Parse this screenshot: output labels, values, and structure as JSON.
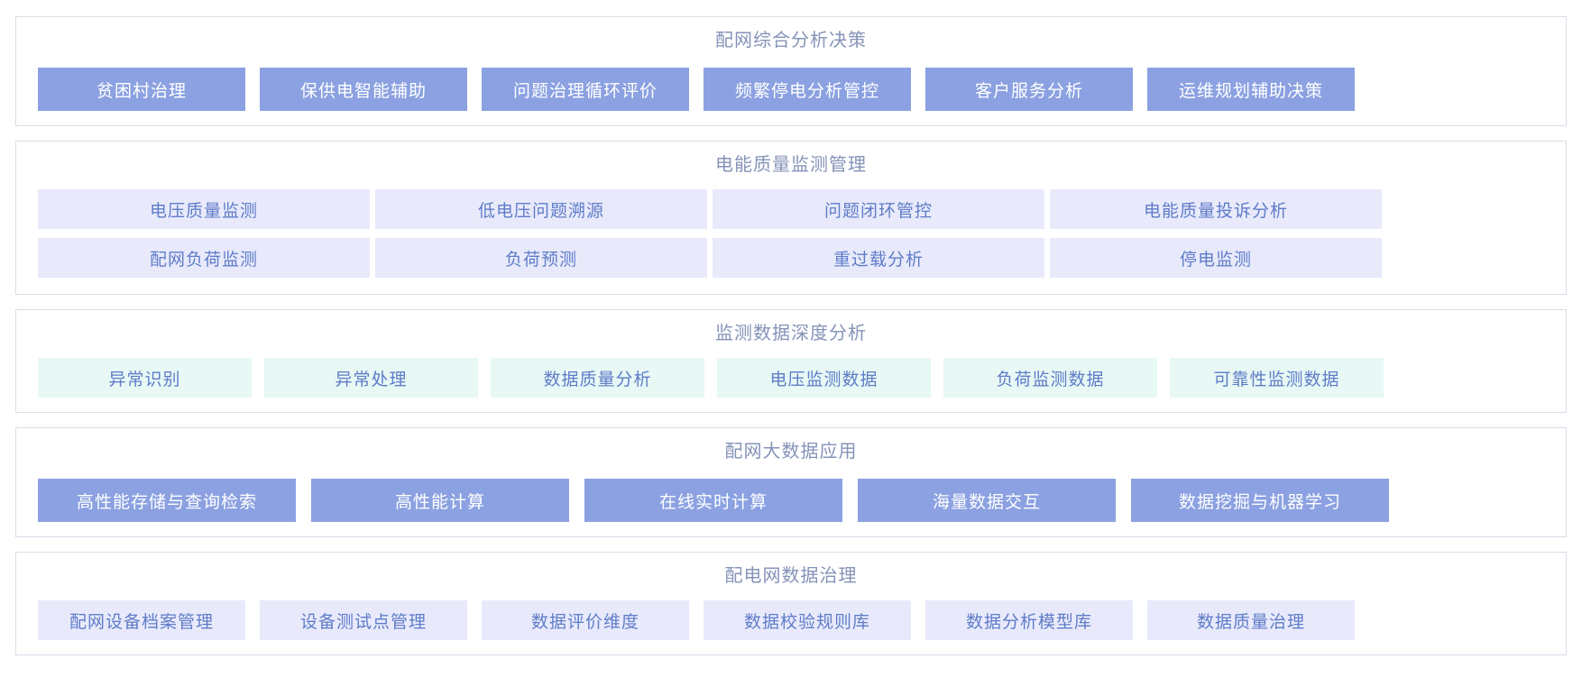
{
  "colors": {
    "page_bg": "#ffffff",
    "panel_border": "#d9dde8",
    "title_color": "#8593b8",
    "solid_tile_bg": "#8ba1e1",
    "solid_tile_text": "#ffffff",
    "lavender_tile_bg": "#e8eafb",
    "mint_tile_bg": "#e7f8f5",
    "light_tile_text": "#5f7cc8"
  },
  "sections": [
    {
      "id": "comprehensive-analysis",
      "title": "配网综合分析决策",
      "tile_style": "solid",
      "rows": [
        [
          "贫困村治理",
          "保供电智能辅助",
          "问题治理循环评价",
          "频繁停电分析管控",
          "客户服务分析",
          "运维规划辅助决策"
        ]
      ]
    },
    {
      "id": "power-quality-monitoring",
      "title": "电能质量监测管理",
      "tile_style": "lavender",
      "rows": [
        [
          "电压质量监测",
          "低电压问题溯源",
          "问题闭环管控",
          "电能质量投诉分析"
        ],
        [
          "配网负荷监测",
          "负荷预测",
          "重过载分析",
          "停电监测"
        ]
      ]
    },
    {
      "id": "monitoring-data-analysis",
      "title": "监测数据深度分析",
      "tile_style": "mint",
      "rows": [
        [
          "异常识别",
          "异常处理",
          "数据质量分析",
          "电压监测数据",
          "负荷监测数据",
          "可靠性监测数据"
        ]
      ]
    },
    {
      "id": "big-data-application",
      "title": "配网大数据应用",
      "tile_style": "solid",
      "rows": [
        [
          "高性能存储与查询检索",
          "高性能计算",
          "在线实时计算",
          "海量数据交互",
          "数据挖掘与机器学习"
        ]
      ]
    },
    {
      "id": "data-governance",
      "title": "配电网数据治理",
      "tile_style": "lavender",
      "rows": [
        [
          "配网设备档案管理",
          "设备测试点管理",
          "数据评价维度",
          "数据校验规则库",
          "数据分析模型库",
          "数据质量治理"
        ]
      ]
    }
  ]
}
